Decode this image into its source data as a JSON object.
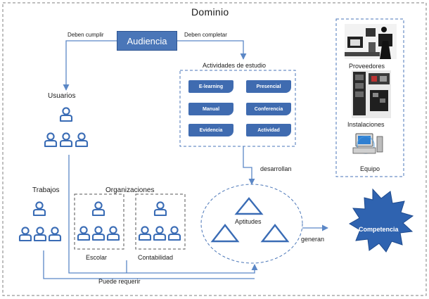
{
  "title": "Dominio",
  "audience": "Audiencia",
  "edges": {
    "must_meet": "Deben cumplir",
    "must_complete": "Deben completar",
    "develop": "desarrollan",
    "generate": "generan",
    "may_require": "Puede requerir"
  },
  "groups": {
    "users": "Usuarios",
    "jobs": "Trabajos",
    "organizations": "Organizaciones",
    "school": "Escolar",
    "accounting": "Contabilidad",
    "activities_title": "Actividades  de estudio",
    "aptitudes": "Aptitudes",
    "competence": "Competencia"
  },
  "activities": [
    "E-learning",
    "Presencial",
    "Manual",
    "Conferencia",
    "Evidencia",
    "Actividad"
  ],
  "resources": {
    "providers": "Proveedores",
    "facilities": "Instalaciones",
    "equipment": "Equipo"
  },
  "colors": {
    "accent": "#4a76b8",
    "accent_dark": "#2e5592",
    "person": "#3a6cb5",
    "star": "#2f63b0",
    "dash": "#7f7f7f"
  },
  "icons": {
    "person": "person-icon",
    "triangle": "aptitude-triangle-icon",
    "computer": "computer-icon"
  }
}
